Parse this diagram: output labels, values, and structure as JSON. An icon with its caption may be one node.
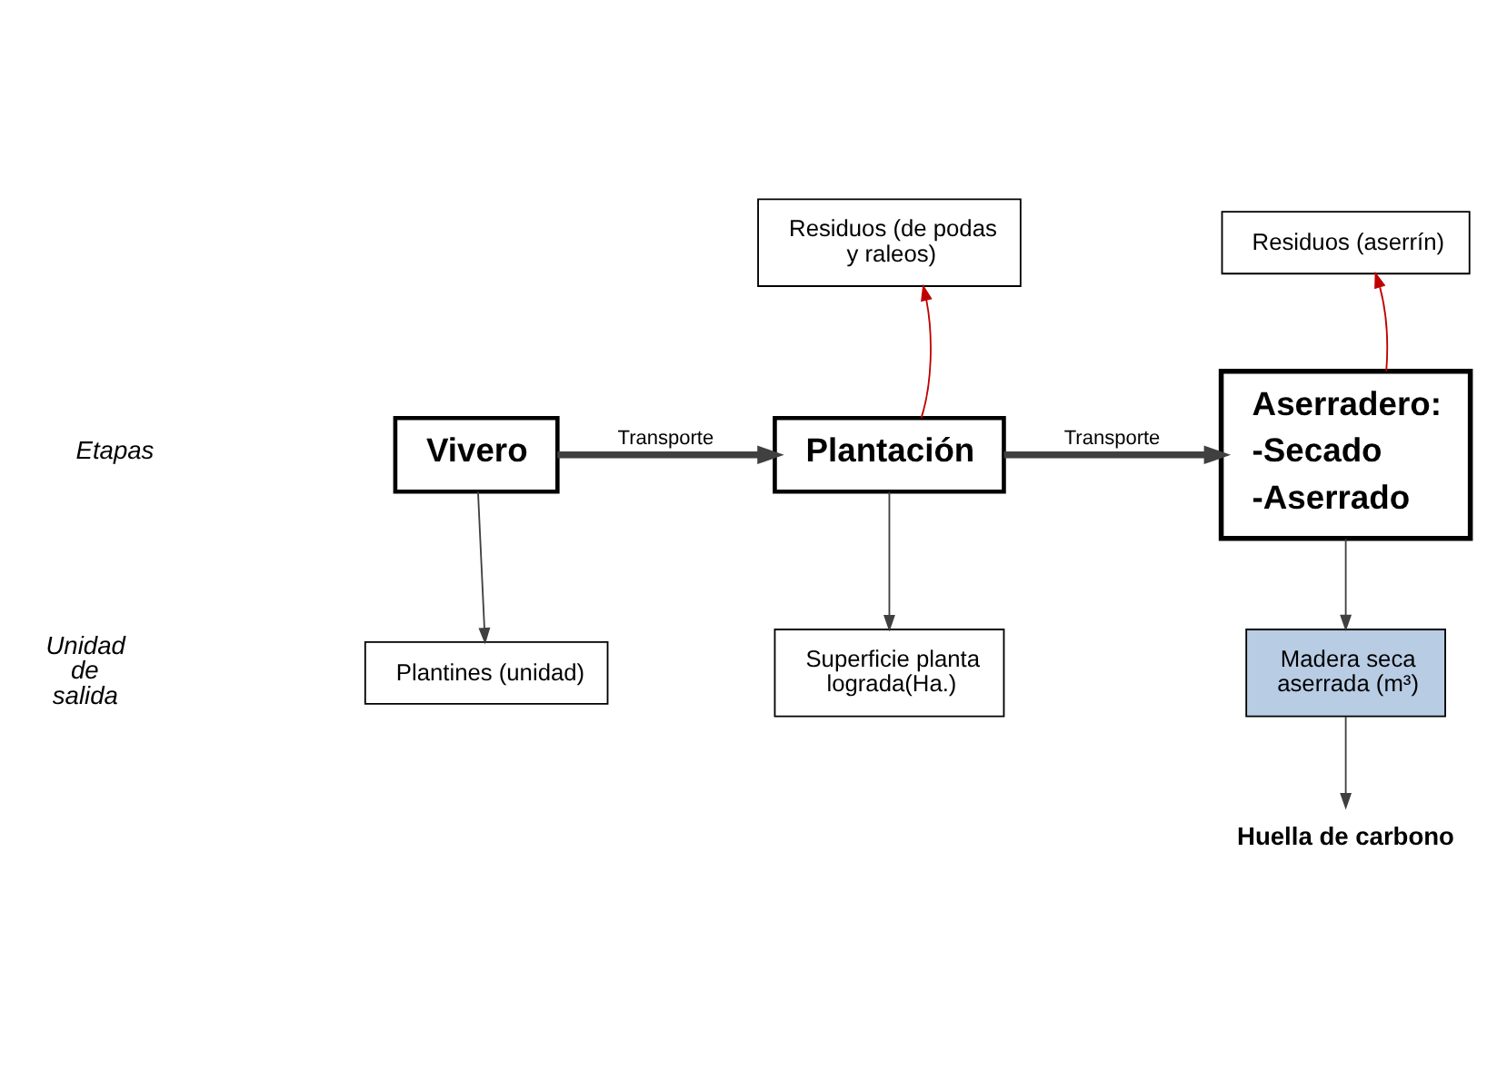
{
  "diagram": {
    "nodes": [
      {
        "text": [
          "Residuos (de podas y raleos)"
        ]
      },
      {
        "text": [
          "Residuos (aserrín)"
        ]
      },
      {
        "text": [
          "Vivero"
        ]
      },
      {
        "text": [
          "Plantación"
        ]
      },
      {
        "text": [
          "Aserradero:",
          "-Secado",
          "-Aserrado"
        ]
      },
      {
        "text": [
          "Plantines (unidad)"
        ]
      },
      {
        "text": [
          "Superficie planta lograda(Ha.)"
        ]
      },
      {
        "text": [
          "Madera seca aserrada (m³)"
        ]
      },
      {
        "text": [
          "Huella de carbono"
        ]
      }
    ],
    "edges": [
      {
        "from": 2,
        "to": 3,
        "arrow": "to",
        "label": "Transporte",
        "style": "thick"
      },
      {
        "from": 3,
        "to": 4,
        "arrow": "to",
        "label": "Transporte",
        "style": "thick"
      },
      {
        "from": 3,
        "to": 0,
        "arrow": "to",
        "color": "#c00000"
      },
      {
        "from": 4,
        "to": 1,
        "arrow": "to",
        "color": "#c00000"
      },
      {
        "from": 2,
        "to": 5,
        "arrow": "to"
      },
      {
        "from": 3,
        "to": 6,
        "arrow": "to"
      },
      {
        "from": 4,
        "to": 7,
        "arrow": "to"
      },
      {
        "from": 7,
        "to": 8,
        "arrow": "to"
      }
    ],
    "labels": [
      "Etapas",
      "Unidad de salida"
    ]
  }
}
